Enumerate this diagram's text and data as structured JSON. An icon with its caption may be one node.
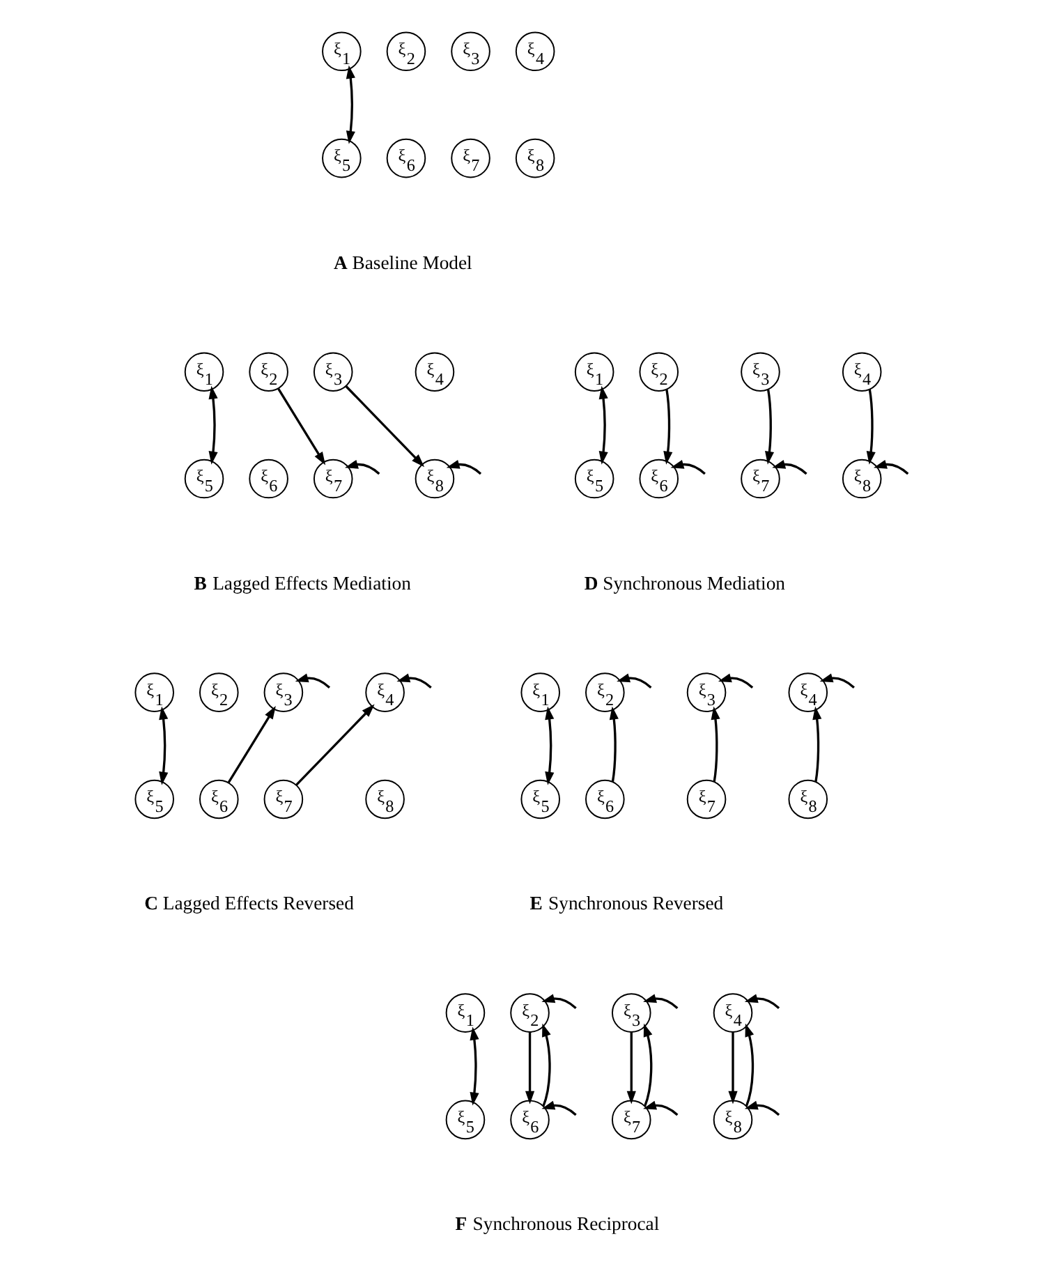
{
  "diagram": {
    "nodes": [
      {
        "text": [
          "ξ$_{1}$"
        ]
      },
      {
        "text": [
          "ξ$_{2}$"
        ]
      },
      {
        "text": [
          "ξ$_{3}$"
        ]
      },
      {
        "text": [
          "ξ$_{4}$"
        ]
      },
      {
        "text": [
          "ξ$_{5}$"
        ]
      },
      {
        "text": [
          "ξ$_{6}$"
        ]
      },
      {
        "text": [
          "ξ$_{7}$"
        ]
      },
      {
        "text": [
          "ξ$_{8}$"
        ]
      },
      {
        "text": [
          "ξ$_{1}$"
        ]
      },
      {
        "text": [
          "ξ$_{2}$"
        ]
      },
      {
        "text": [
          "ξ$_{3}$"
        ]
      },
      {
        "text": [
          "ξ$_{4}$"
        ]
      },
      {
        "text": [
          "ξ$_{5}$"
        ]
      },
      {
        "text": [
          "ξ$_{6}$"
        ]
      },
      {
        "text": [
          "ξ$_{7}$"
        ]
      },
      {
        "text": [
          "ξ$_{8}$"
        ]
      },
      {
        "text": [
          "ξ$_{1}$"
        ]
      },
      {
        "text": [
          "ξ$_{2}$"
        ]
      },
      {
        "text": [
          "ξ$_{3}$"
        ]
      },
      {
        "text": [
          "ξ$_{4}$"
        ]
      },
      {
        "text": [
          "ξ$_{5}$"
        ]
      },
      {
        "text": [
          "ξ$_{6}$"
        ]
      },
      {
        "text": [
          "ξ$_{7}$"
        ]
      },
      {
        "text": [
          "ξ$_{8}$"
        ]
      },
      {
        "text": [
          "ξ$_{1}$"
        ]
      },
      {
        "text": [
          "ξ$_{2}$"
        ]
      },
      {
        "text": [
          "ξ$_{3}$"
        ]
      },
      {
        "text": [
          "ξ$_{4}$"
        ]
      },
      {
        "text": [
          "ξ$_{5}$"
        ]
      },
      {
        "text": [
          "ξ$_{6}$"
        ]
      },
      {
        "text": [
          "ξ$_{7}$"
        ]
      },
      {
        "text": [
          "ξ$_{8}$"
        ]
      },
      {
        "text": [
          "ξ$_{1}$"
        ]
      },
      {
        "text": [
          "ξ$_{2}$"
        ]
      },
      {
        "text": [
          "ξ$_{3}$"
        ]
      },
      {
        "text": [
          "ξ$_{4}$"
        ]
      },
      {
        "text": [
          "ξ$_{5}$"
        ]
      },
      {
        "text": [
          "ξ$_{6}$"
        ]
      },
      {
        "text": [
          "ξ$_{7}$"
        ]
      },
      {
        "text": [
          "ξ$_{8}$"
        ]
      },
      {
        "text": [
          "ξ$_{1}$"
        ]
      },
      {
        "text": [
          "ξ$_{2}$"
        ]
      },
      {
        "text": [
          "ξ$_{3}$"
        ]
      },
      {
        "text": [
          "ξ$_{4}$"
        ]
      },
      {
        "text": [
          "ξ$_{5}$"
        ]
      },
      {
        "text": [
          "ξ$_{6}$"
        ]
      },
      {
        "text": [
          "ξ$_{7}$"
        ]
      },
      {
        "text": [
          "ξ$_{8}$"
        ]
      }
    ],
    "edges": [
      {
        "from": 0,
        "to": 4,
        "arrow": "both"
      },
      {
        "from": 8,
        "to": 12,
        "arrow": "both"
      },
      {
        "from": 9,
        "to": 13,
        "arrow": "to"
      },
      {
        "from": 10,
        "to": 14,
        "arrow": "to"
      },
      {
        "from": 11,
        "to": 15,
        "arrow": "to"
      },
      {
        "from": null,
        "to": 13,
        "arrow": "to"
      },
      {
        "from": null,
        "to": 14,
        "arrow": "to"
      },
      {
        "from": null,
        "to": 15,
        "arrow": "to"
      },
      {
        "from": 16,
        "to": 20,
        "arrow": "both"
      },
      {
        "from": 17,
        "to": 22,
        "arrow": "to"
      },
      {
        "from": 18,
        "to": 23,
        "arrow": "to"
      },
      {
        "from": null,
        "to": 22,
        "arrow": "to"
      },
      {
        "from": null,
        "to": 23,
        "arrow": "to"
      },
      {
        "from": 24,
        "to": 28,
        "arrow": "both"
      },
      {
        "from": 29,
        "to": 25,
        "arrow": "to"
      },
      {
        "from": 30,
        "to": 26,
        "arrow": "to"
      },
      {
        "from": 31,
        "to": 27,
        "arrow": "to"
      },
      {
        "from": null,
        "to": 25,
        "arrow": "to"
      },
      {
        "from": null,
        "to": 26,
        "arrow": "to"
      },
      {
        "from": null,
        "to": 27,
        "arrow": "to"
      },
      {
        "from": 32,
        "to": 36,
        "arrow": "both"
      },
      {
        "from": 37,
        "to": 34,
        "arrow": "to"
      },
      {
        "from": 38,
        "to": 35,
        "arrow": "to"
      },
      {
        "from": null,
        "to": 34,
        "arrow": "to"
      },
      {
        "from": null,
        "to": 35,
        "arrow": "to"
      },
      {
        "from": 40,
        "to": 44,
        "arrow": "both"
      },
      {
        "from": 41,
        "to": 45,
        "arrow": "to"
      },
      {
        "from": 45,
        "to": 41,
        "arrow": "to"
      },
      {
        "from": 42,
        "to": 46,
        "arrow": "to"
      },
      {
        "from": 46,
        "to": 42,
        "arrow": "to"
      },
      {
        "from": 43,
        "to": 47,
        "arrow": "to"
      },
      {
        "from": 47,
        "to": 43,
        "arrow": "to"
      },
      {
        "from": null,
        "to": 41,
        "arrow": "to"
      },
      {
        "from": null,
        "to": 42,
        "arrow": "to"
      },
      {
        "from": null,
        "to": 43,
        "arrow": "to"
      },
      {
        "from": null,
        "to": 45,
        "arrow": "to"
      },
      {
        "from": null,
        "to": 46,
        "arrow": "to"
      },
      {
        "from": null,
        "to": 47,
        "arrow": "to"
      }
    ],
    "labels": [
      "**A** Baseline Model",
      "**D** Synchronous Mediation",
      "**B** Lagged Effects Mediation",
      "**E** Synchronous Reversed",
      "**C** Lagged Effects Reversed",
      "**F** Synchronous Reciprocal"
    ]
  }
}
